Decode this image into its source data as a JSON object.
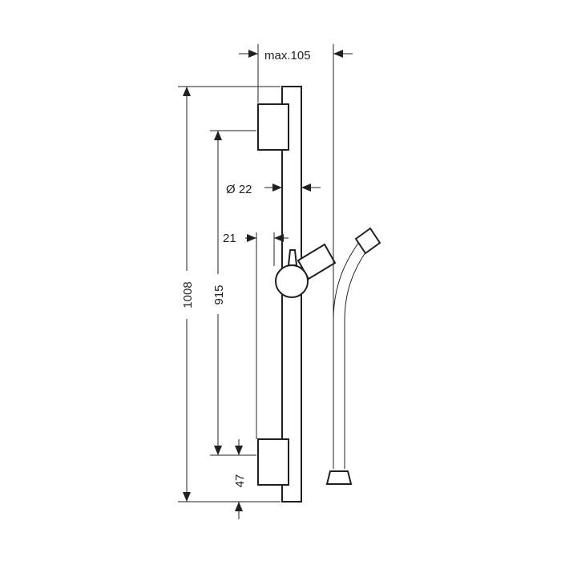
{
  "dimensions": {
    "max_projection": "max.105",
    "diameter": "Ø 22",
    "slider_offset": "21",
    "total_length": "1008",
    "bracket_spacing": "915",
    "bottom_offset": "47"
  },
  "colors": {
    "line": "#231f20",
    "background": "#ffffff"
  }
}
